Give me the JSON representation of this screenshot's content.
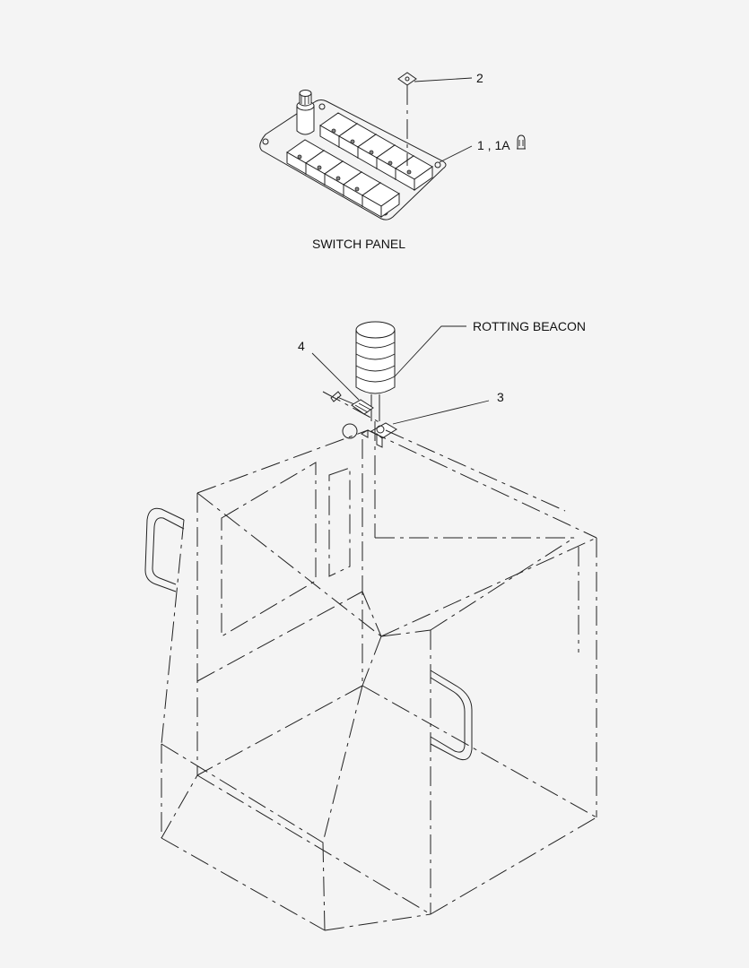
{
  "callouts": {
    "item_2": "2",
    "item_1": "1 , 1A",
    "item_3": "3",
    "item_4": "4"
  },
  "titles": {
    "switch_panel": "SWITCH PANEL",
    "beacon": "ROTTING BEACON"
  },
  "icons": {
    "bulb": "bulb-icon"
  },
  "colors": {
    "line": "#222222",
    "background": "#f4f4f4"
  }
}
